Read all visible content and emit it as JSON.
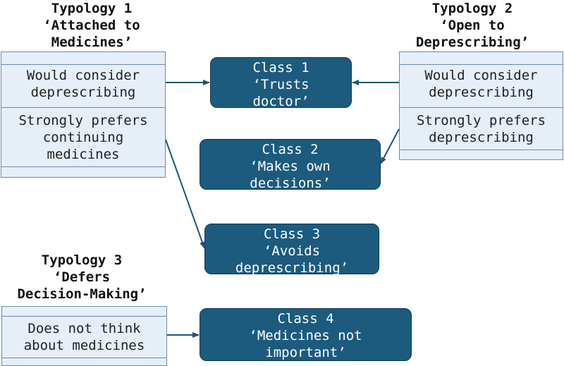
{
  "typologies": [
    {
      "title": [
        "Typology 1",
        "‘Attached to",
        "Medicines’"
      ],
      "rows": [
        [
          "Would consider",
          "deprescribing"
        ],
        [
          "Strongly prefers",
          "continuing",
          "medicines"
        ]
      ]
    },
    {
      "title": [
        "Typology 2",
        "‘Open to",
        "Deprescribing’"
      ],
      "rows": [
        [
          "Would consider",
          "deprescribing"
        ],
        [
          "Strongly prefers",
          "deprescribing"
        ]
      ]
    },
    {
      "title": [
        "Typology 3",
        "‘Defers",
        "Decision-Making’"
      ],
      "rows": [
        [
          "Does not think",
          "about medicines"
        ]
      ]
    }
  ],
  "classes": [
    {
      "lines": [
        "Class 1",
        "‘Trusts",
        "doctor’"
      ]
    },
    {
      "lines": [
        "Class 2",
        "‘Makes own",
        "decisions’"
      ]
    },
    {
      "lines": [
        "Class 3",
        "‘Avoids",
        "deprescribing’"
      ]
    },
    {
      "lines": [
        "Class 4",
        "‘Medicines not",
        "important’"
      ]
    }
  ],
  "colors": {
    "class_fill": "#1c5a7e",
    "panel_fill": "#e6eef8",
    "arrow": "#1f5577"
  }
}
